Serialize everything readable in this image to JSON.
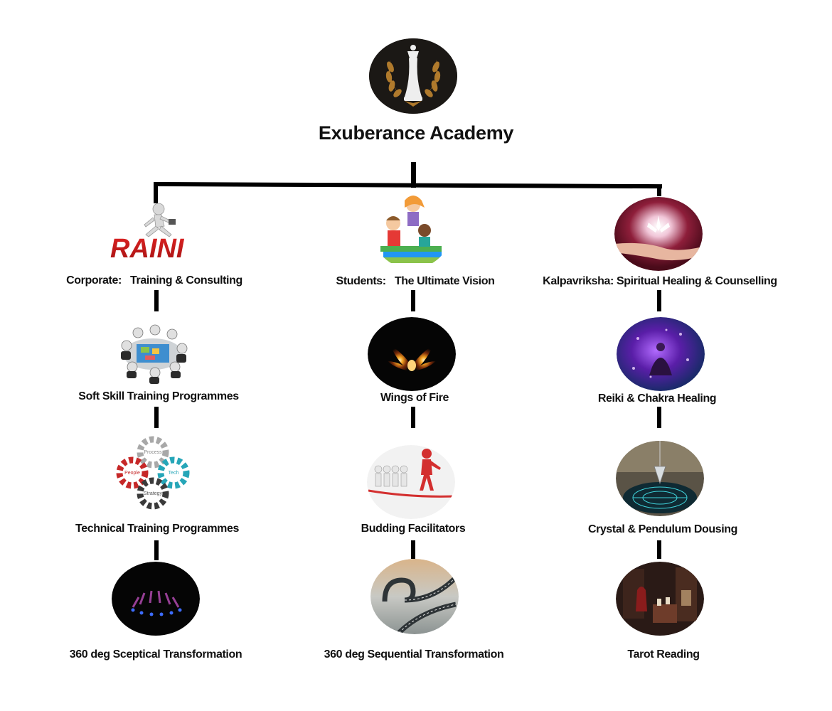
{
  "title": "Exuberance Academy",
  "logo": {
    "icon": "chess-queen-laurel-logo"
  },
  "columns": [
    {
      "head": {
        "label": "Corporate:   Training & Consulting",
        "icon": "training-runner-icon"
      },
      "items": [
        {
          "label": "Soft Skill Training Programmes",
          "icon": "meeting-table-icon"
        },
        {
          "label": "Technical Training Programmes",
          "icon": "gears-icon",
          "gear_labels": [
            "Process",
            "People",
            "Tech",
            "Strategy"
          ]
        },
        {
          "label": "360 deg Sceptical Transformation",
          "icon": "light-ring-icon"
        }
      ],
      "logo_text": "RAINI"
    },
    {
      "head": {
        "label": "Students:   The Ultimate Vision",
        "icon": "kids-on-books-icon"
      },
      "items": [
        {
          "label": "Wings of Fire",
          "icon": "fire-wings-icon"
        },
        {
          "label": "Budding Facilitators",
          "icon": "leader-figures-icon"
        },
        {
          "label": "360 deg Sequential Transformation",
          "icon": "spiral-road-icon"
        }
      ]
    },
    {
      "head": {
        "label": "Kalpavriksha: Spiritual Healing & Counselling",
        "icon": "glowing-hand-icon"
      },
      "items": [
        {
          "label": "Reiki & Chakra Healing",
          "icon": "meditation-aura-icon"
        },
        {
          "label": "Crystal & Pendulum Dousing",
          "icon": "pendulum-icon"
        },
        {
          "label": "Tarot Reading",
          "icon": "tarot-room-icon"
        }
      ]
    }
  ],
  "colors": {
    "connector": "#000000",
    "text": "#111111",
    "accent_red": "#c81e1e"
  }
}
